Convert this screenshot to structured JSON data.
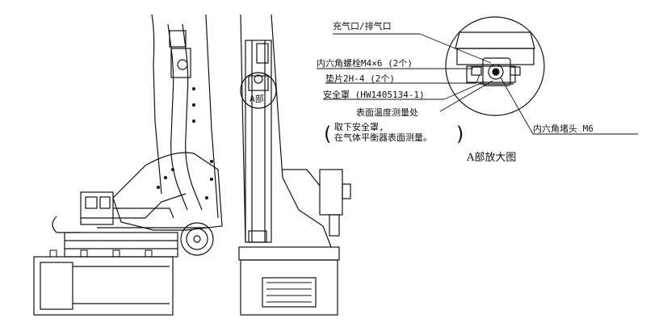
{
  "callouts": {
    "inflation_port": "充气口/排气口",
    "hex_bolt": "内六角螺栓M4×6 (2个)",
    "washer": "垫片2H-4 (2个)",
    "safety_cover": "安全罩 (HW1405134-1)",
    "measure_point": "表面温度测量处",
    "note_line1": "取下安全罩,",
    "note_line2": "在气体平衡器表面测量。",
    "hex_plug": "内六角堵头 M6"
  },
  "section_label": "A部",
  "detail_title": "A部放大图",
  "colors": {
    "line": "#111111",
    "background": "#ffffff"
  }
}
